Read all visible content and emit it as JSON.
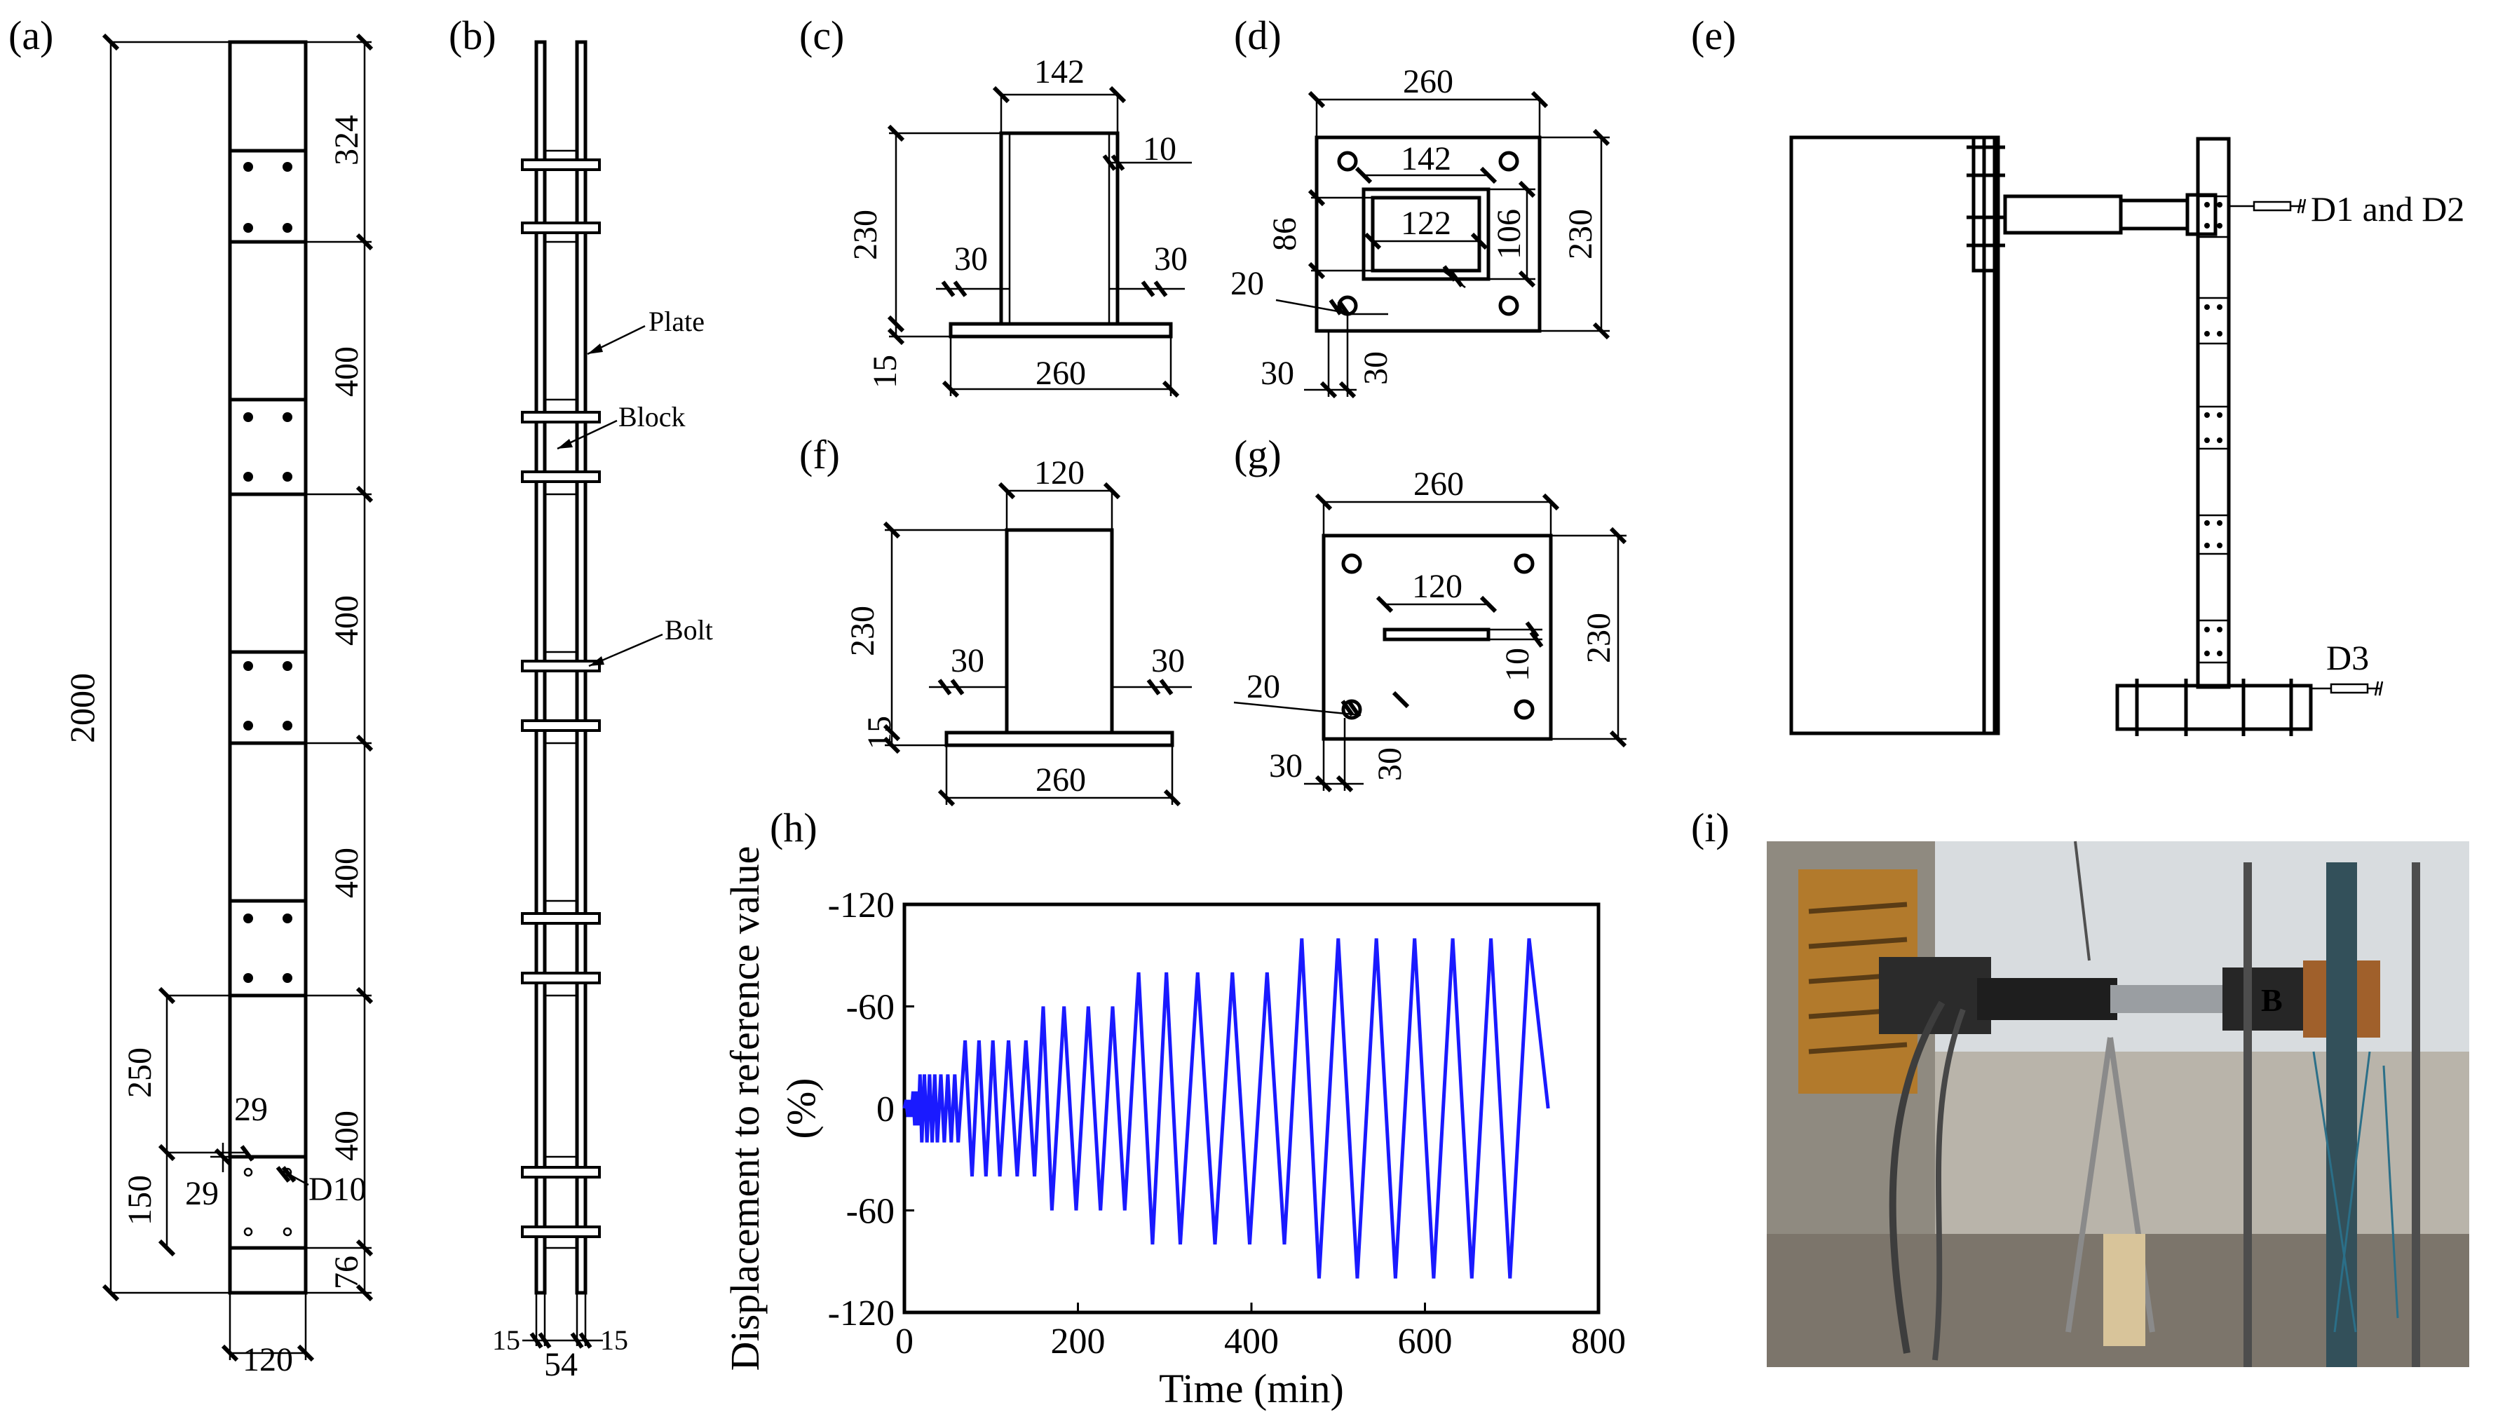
{
  "panels": {
    "a": {
      "label": "(a)",
      "dims": {
        "total": "2000",
        "top": "324",
        "seg1": "400",
        "seg2": "400",
        "seg3": "400",
        "seg4": "400",
        "bottom": "76",
        "width": "120",
        "left250": "250",
        "left150": "150",
        "inner1": "29",
        "inner2": "29"
      },
      "callout": "D10"
    },
    "b": {
      "label": "(b)",
      "callouts": {
        "plate": "Plate",
        "block": "Block",
        "bolt": "Bolt"
      },
      "dims": {
        "left": "15",
        "mid": "54",
        "right": "15"
      }
    },
    "c": {
      "label": "(c)",
      "dims": {
        "top": "142",
        "thick": "10",
        "height": "230",
        "left30": "30",
        "right30": "30",
        "base": "15",
        "bottom": "260"
      }
    },
    "d": {
      "label": "(d)",
      "dims": {
        "top": "260",
        "outer": "142",
        "inner": "122",
        "h86": "86",
        "h106": "106",
        "h230": "230",
        "hole": "20",
        "e30a": "30",
        "e30b": "30"
      }
    },
    "e": {
      "label": "(e)",
      "callouts": {
        "d12": "D1 and D2",
        "d3": "D3"
      }
    },
    "f": {
      "label": "(f)",
      "dims": {
        "top": "120",
        "height": "230",
        "left30": "30",
        "right30": "30",
        "base": "15",
        "bottom": "260"
      }
    },
    "g": {
      "label": "(g)",
      "dims": {
        "top": "260",
        "slot": "120",
        "h230": "230",
        "slot10": "10",
        "hole": "20",
        "e30a": "30",
        "e30b": "30"
      }
    },
    "h": {
      "label": "(h)"
    },
    "i": {
      "label": "(i)"
    }
  },
  "chart_data": {
    "type": "line",
    "xlabel": "Time (min)",
    "ylabel_line1": "Displacement to reference value",
    "ylabel_line2": "(%)",
    "xlim": [
      0,
      800
    ],
    "ylim": [
      -120,
      120
    ],
    "y_inverted": true,
    "xticks": [
      0,
      200,
      400,
      600,
      800
    ],
    "yticks": [
      -120,
      -60,
      0,
      60,
      120
    ],
    "ytick_labels": [
      "-120",
      "-60",
      "0",
      "-60",
      "-120"
    ],
    "color": "#1a1aff",
    "series": [
      {
        "x": [
          0,
          2,
          4,
          6,
          8,
          10,
          12,
          14,
          16,
          18,
          20,
          23,
          26,
          29,
          32,
          35,
          38,
          42,
          46,
          50,
          54,
          58,
          62,
          70,
          78,
          86,
          94,
          102,
          110,
          120,
          130,
          140,
          150,
          160,
          170,
          184,
          198,
          212,
          226,
          240,
          254,
          270,
          286,
          302,
          318,
          338,
          358,
          378,
          398,
          418,
          438,
          458,
          478,
          500,
          522,
          544,
          566,
          588,
          610,
          632,
          654,
          676,
          698,
          720,
          742
        ],
        "y": [
          0,
          -5,
          5,
          -5,
          5,
          -10,
          10,
          -10,
          10,
          -20,
          20,
          -20,
          20,
          -20,
          20,
          -20,
          20,
          -20,
          20,
          -20,
          20,
          -20,
          20,
          -40,
          40,
          -40,
          40,
          -40,
          40,
          -40,
          40,
          -40,
          40,
          -60,
          60,
          -60,
          60,
          -60,
          60,
          -60,
          60,
          -80,
          80,
          -80,
          80,
          -80,
          80,
          -80,
          80,
          -80,
          80,
          -100,
          100,
          -100,
          100,
          -100,
          100,
          -100,
          100,
          -100,
          100,
          -100,
          100,
          -100,
          0
        ]
      }
    ]
  }
}
